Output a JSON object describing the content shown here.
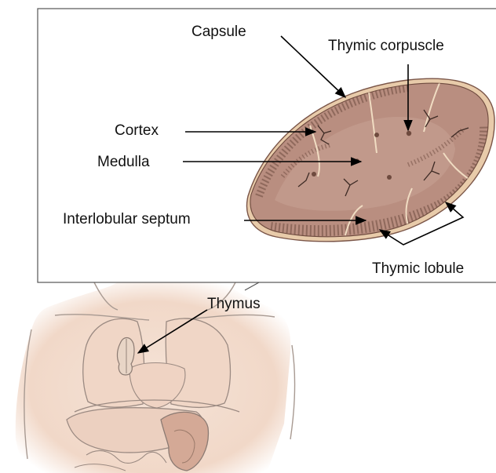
{
  "labels": {
    "capsule": "Capsule",
    "thymic_corpuscle": "Thymic corpuscle",
    "cortex": "Cortex",
    "medulla": "Medulla",
    "interlobular_septum": "Interlobular septum",
    "thymic_lobule": "Thymic lobule",
    "thymus": "Thymus"
  },
  "colors": {
    "tissue": "#b98e80",
    "tissue_dark": "#7a5548",
    "capsule_rim": "#e6c9a8",
    "skin": "#f3dfd2",
    "outline": "#9b8a82"
  }
}
